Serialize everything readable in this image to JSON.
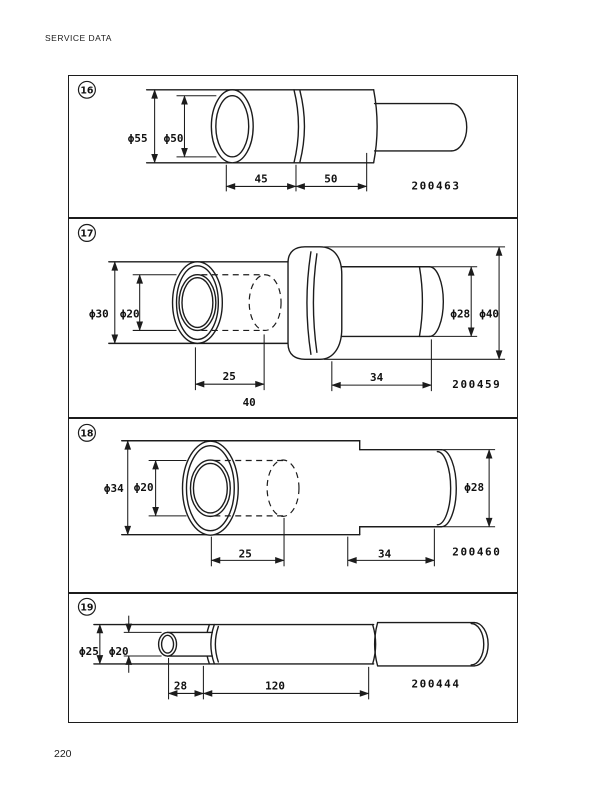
{
  "page": {
    "header": "SERVICE DATA",
    "page_number": "220"
  },
  "figures": [
    {
      "number": "16",
      "part_number": "200463",
      "dims": {
        "outer_dia": "ϕ55",
        "bore_dia": "ϕ50",
        "len_a": "45",
        "len_b": "50"
      }
    },
    {
      "number": "17",
      "part_number": "200459",
      "dims": {
        "outer_dia": "ϕ30",
        "bore_dia": "ϕ20",
        "shaft_dia": "ϕ28",
        "flange_dia": "ϕ40",
        "bore_depth": "25",
        "shaft_len": "34",
        "total_len": "40"
      }
    },
    {
      "number": "18",
      "part_number": "200460",
      "dims": {
        "outer_dia": "ϕ34",
        "bore_dia": "ϕ20",
        "shaft_dia": "ϕ28",
        "bore_depth": "25",
        "shaft_len": "34"
      }
    },
    {
      "number": "19",
      "part_number": "200444",
      "dims": {
        "outer_dia": "ϕ25",
        "bore_dia": "ϕ20",
        "sleeve_len": "28",
        "tube_len": "120"
      }
    }
  ]
}
